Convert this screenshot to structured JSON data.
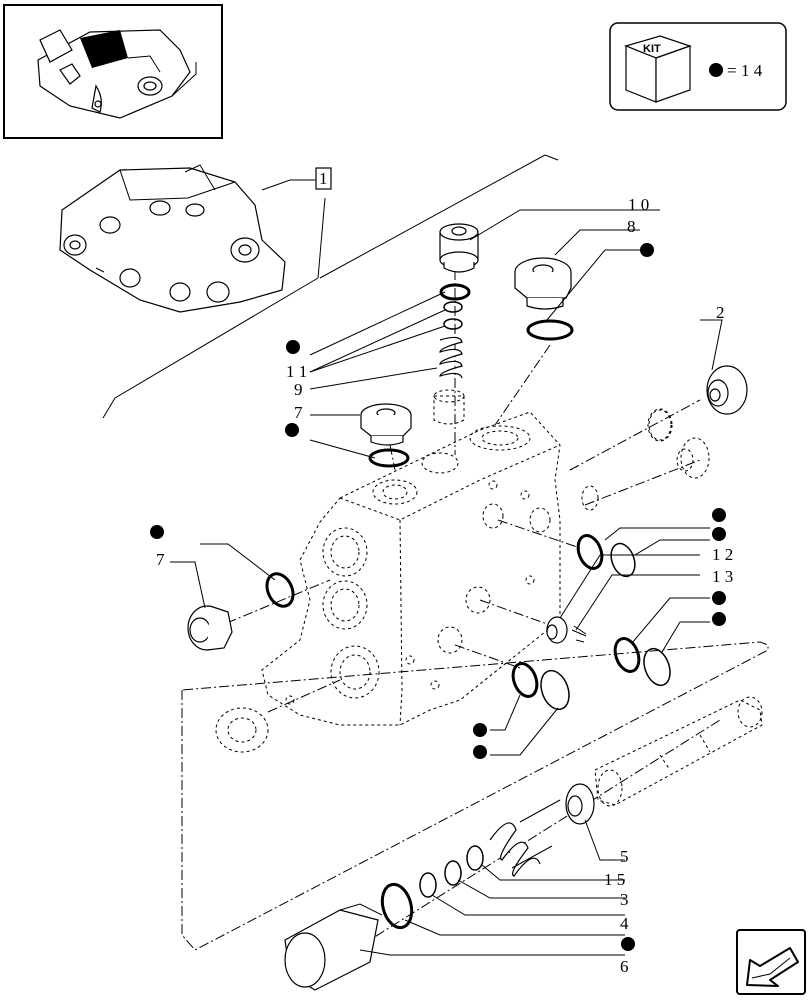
{
  "kit": {
    "badge": "KIT",
    "equals_sign": "=",
    "count": "1 4"
  },
  "reference_box": {
    "label": "1"
  },
  "callouts": {
    "c10": "1 0",
    "c8": "8",
    "c2": "2",
    "c11": "1 1",
    "c9": "9",
    "c7a": "7",
    "c7b": "7",
    "c12": "1 2",
    "c13": "1 3",
    "c5": "5",
    "c15": "1 5",
    "c3": "3",
    "c4": "4",
    "c6": "6"
  }
}
